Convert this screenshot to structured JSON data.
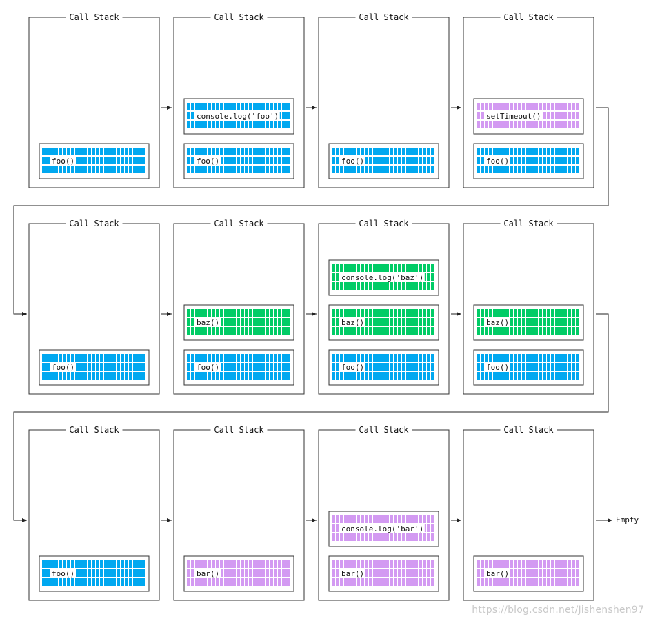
{
  "colors": {
    "blue": "#00a8f0",
    "green": "#00cc66",
    "purple": "#d39af2",
    "border": "#333333",
    "connector": "#555555"
  },
  "panel_title": "Call Stack",
  "rows": [
    [
      {
        "frames": [
          {
            "label": "foo()",
            "color": "blue"
          }
        ]
      },
      {
        "frames": [
          {
            "label": "foo()",
            "color": "blue"
          },
          {
            "label": "console.log('foo')",
            "color": "blue"
          }
        ]
      },
      {
        "frames": [
          {
            "label": "foo()",
            "color": "blue"
          }
        ]
      },
      {
        "frames": [
          {
            "label": "foo()",
            "color": "blue"
          },
          {
            "label": "setTimeout()",
            "color": "purple"
          }
        ]
      }
    ],
    [
      {
        "frames": [
          {
            "label": "foo()",
            "color": "blue"
          }
        ]
      },
      {
        "frames": [
          {
            "label": "foo()",
            "color": "blue"
          },
          {
            "label": "baz()",
            "color": "green"
          }
        ]
      },
      {
        "frames": [
          {
            "label": "foo()",
            "color": "blue"
          },
          {
            "label": "baz()",
            "color": "green"
          },
          {
            "label": "console.log('baz')",
            "color": "green"
          }
        ]
      },
      {
        "frames": [
          {
            "label": "foo()",
            "color": "blue"
          },
          {
            "label": "baz()",
            "color": "green"
          }
        ]
      }
    ],
    [
      {
        "frames": [
          {
            "label": "foo()",
            "color": "blue"
          }
        ]
      },
      {
        "frames": [
          {
            "label": "bar()",
            "color": "purple"
          }
        ]
      },
      {
        "frames": [
          {
            "label": "bar()",
            "color": "purple"
          },
          {
            "label": "console.log('bar')",
            "color": "purple"
          }
        ]
      },
      {
        "frames": [
          {
            "label": "bar()",
            "color": "purple"
          }
        ]
      }
    ]
  ],
  "end_label": "Empty",
  "watermark": "https://blog.csdn.net/Jishenshen97"
}
